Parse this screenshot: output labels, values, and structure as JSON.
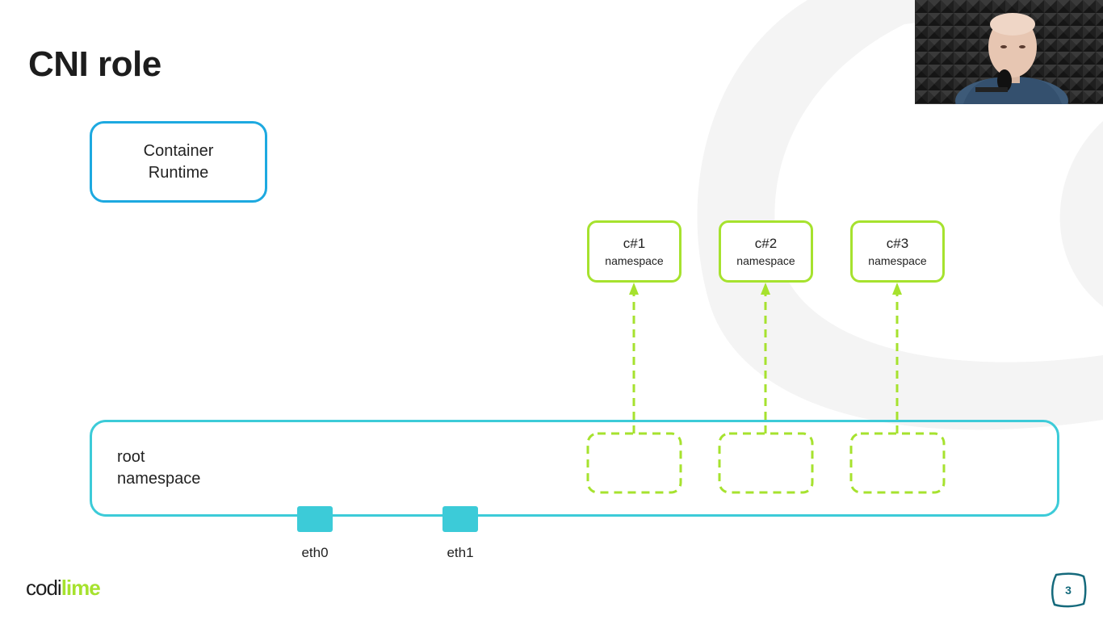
{
  "slide": {
    "title": "CNI role",
    "page_number": "3"
  },
  "runtime": {
    "line1": "Container",
    "line2": "Runtime"
  },
  "root_namespace": {
    "line1": "root",
    "line2": "namespace"
  },
  "namespaces": [
    {
      "id": "c#1",
      "label": "namespace"
    },
    {
      "id": "c#2",
      "label": "namespace"
    },
    {
      "id": "c#3",
      "label": "namespace"
    }
  ],
  "interfaces": [
    {
      "label": "eth0"
    },
    {
      "label": "eth1"
    }
  ],
  "logo": {
    "part1": "codi",
    "part2": "lime"
  },
  "colors": {
    "runtime_border": "#1da9e0",
    "root_border": "#3ccbd8",
    "namespace_green": "#a6e22e",
    "eth_fill": "#3ccbd8"
  }
}
